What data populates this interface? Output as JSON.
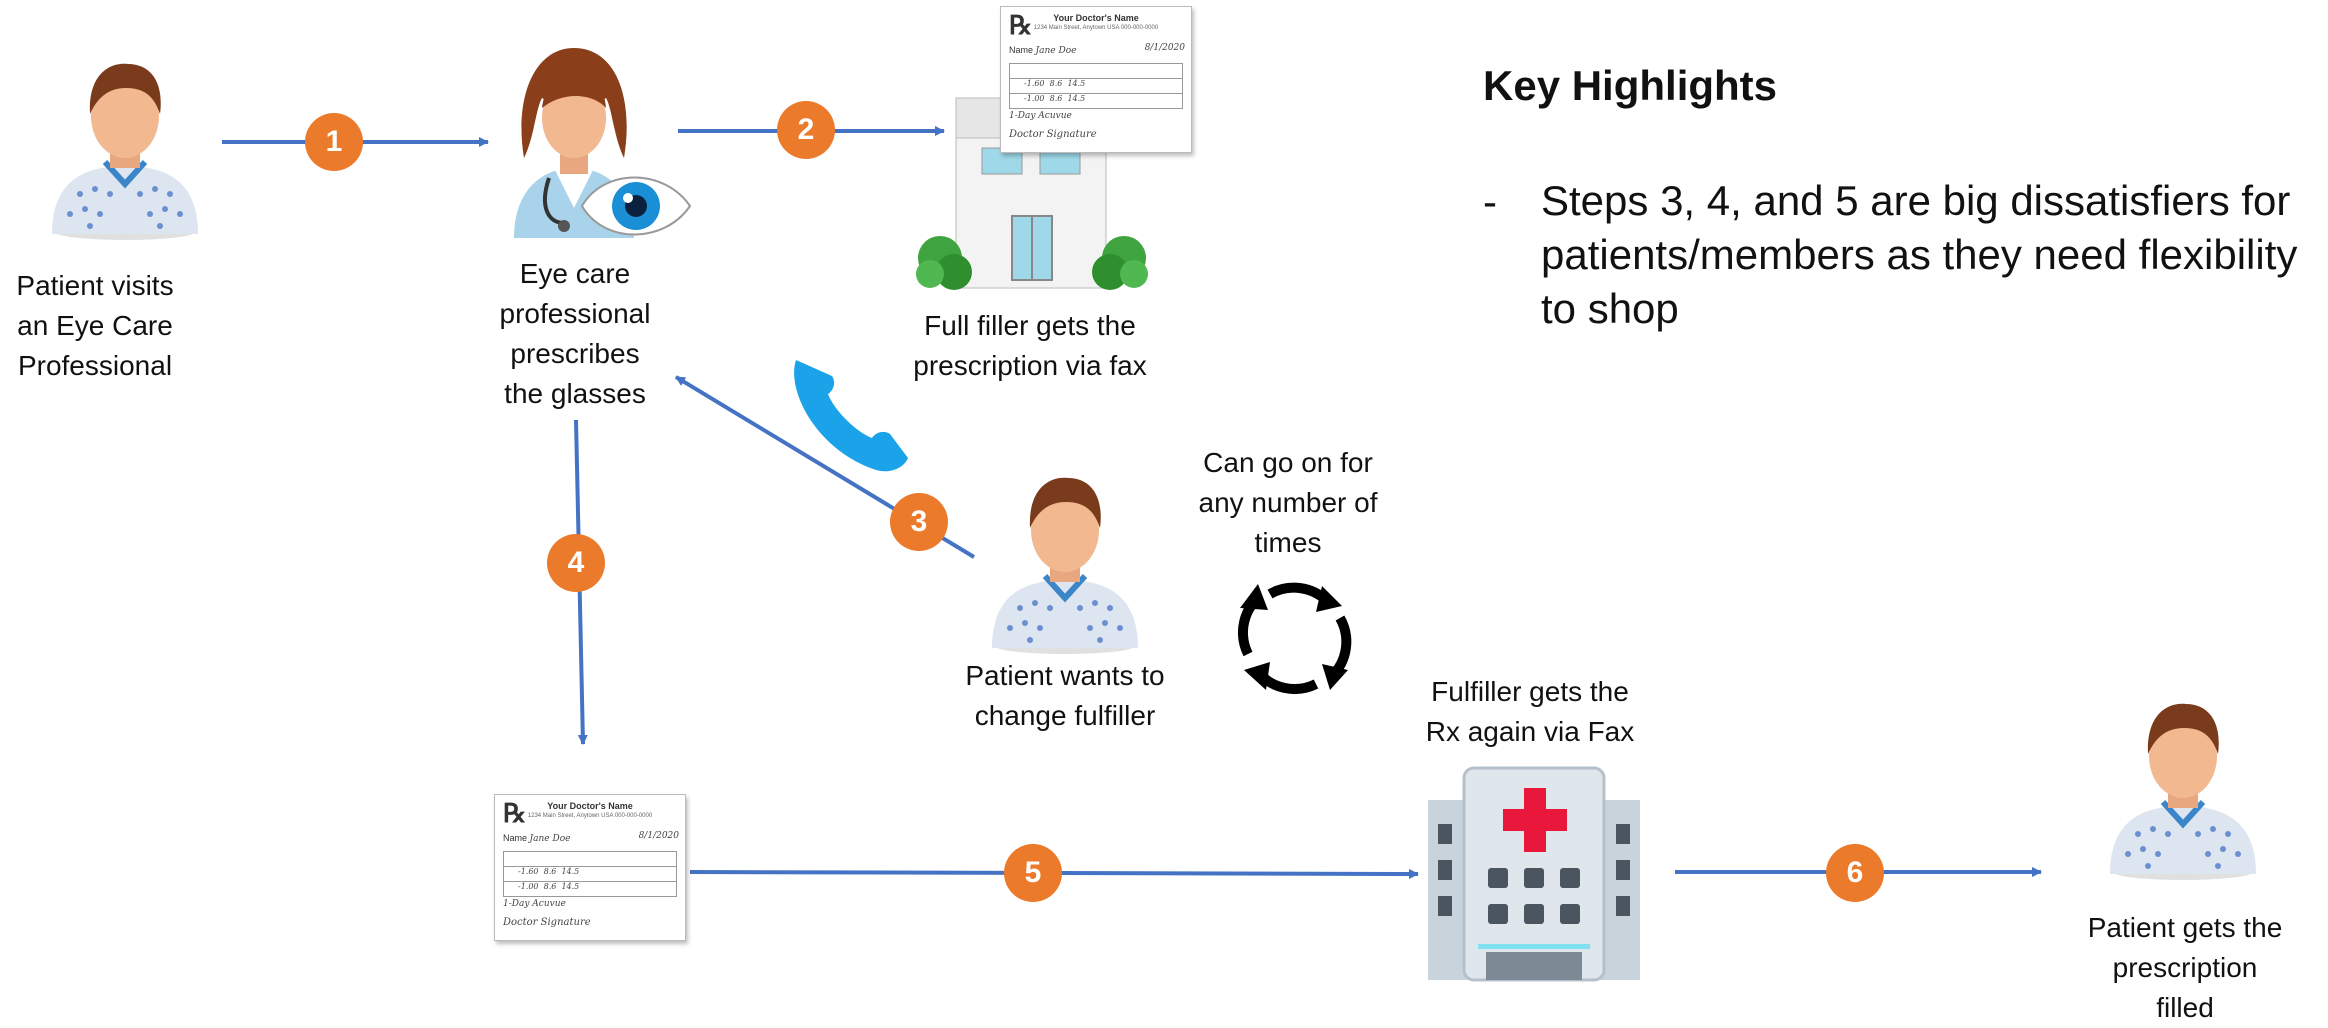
{
  "steps": {
    "s1": "1",
    "s2": "2",
    "s3": "3",
    "s4": "4",
    "s5": "5",
    "s6": "6"
  },
  "labels": {
    "patient_visits": "Patient visits\nan Eye Care\nProfessional",
    "eye_care_prescribes": "Eye care\nprofessional\nprescribes\nthe glasses",
    "full_filler": "Full filler  gets the\nprescription via fax",
    "patient_wants_change": "Patient wants to\nchange fulfiller",
    "can_go_on": "Can go on for\nany number of\ntimes",
    "fulfiller_again": "Fulfiller gets the\nRx again via Fax",
    "patient_gets_filled": "Patient gets the\nprescription\nfilled"
  },
  "key_highlights": {
    "title": "Key Highlights",
    "bullet_marker": "-",
    "bullet_text": "Steps 3, 4, and 5 are big dissatisfiers for patients/members as they need flexibility to shop"
  },
  "prescription": {
    "rx_symbol": "℞",
    "doctor_name": "Your Doctor's Name",
    "doctor_address": "1234 Main Street, Anytown USA  000-000-0000",
    "patient_name": "Jane Doe",
    "date": "8/1/2020",
    "row1": [
      "-1.60",
      "8.6",
      "14.5"
    ],
    "row2": [
      "-1.00",
      "8.6",
      "14.5"
    ],
    "brand": "1-Day Acuvue",
    "signature": "Doctor Signature"
  },
  "colors": {
    "arrow": "#4472c4",
    "badge": "#ec7a2b",
    "phone": "#1aa3e8",
    "cross": "#e8173b"
  },
  "icons": {
    "patient": "patient-avatar-icon",
    "doctor": "doctor-avatar-icon",
    "eye": "eye-icon",
    "phone": "phone-icon",
    "cycle": "refresh-cycle-icon",
    "store": "optical-store-icon",
    "hospital": "hospital-icon"
  }
}
